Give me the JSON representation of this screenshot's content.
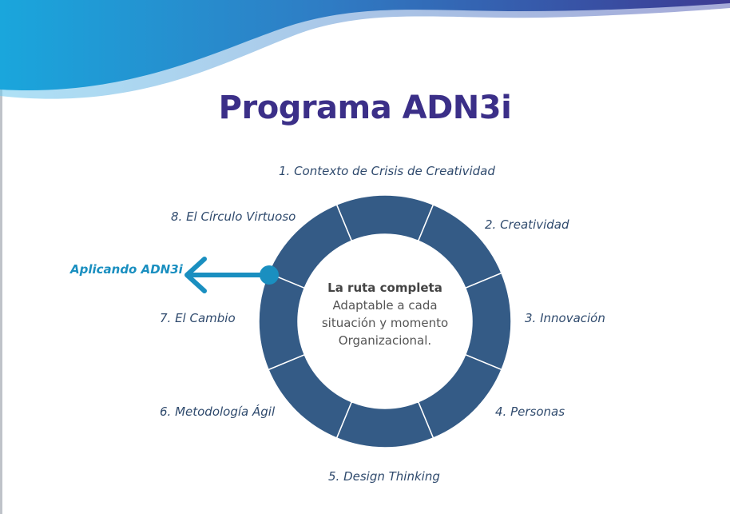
{
  "title": "Programa ADN3i",
  "colors": {
    "title": "#3b2f88",
    "ring": "#345b86",
    "segment_divider": "#ffffff",
    "step_label": "#2f4a6d",
    "accent_arrow": "#1a8fc0",
    "wave_light": "#1aa6dc",
    "wave_dark": "#3d3a93"
  },
  "steps": [
    "1. Contexto de Crisis de Creatividad",
    "2. Creatividad",
    "3. Innovación",
    "4. Personas",
    "5. Design Thinking",
    "6. Metodología Ágil",
    "7. El Cambio",
    "8. El Círculo Virtuoso"
  ],
  "apply": {
    "label": "Aplicando ADN3i",
    "icon": "arrow-left-icon"
  },
  "center": {
    "title": "La ruta completa",
    "lines": [
      "Adaptable a cada",
      "situación y momento",
      "Organizacional."
    ]
  }
}
